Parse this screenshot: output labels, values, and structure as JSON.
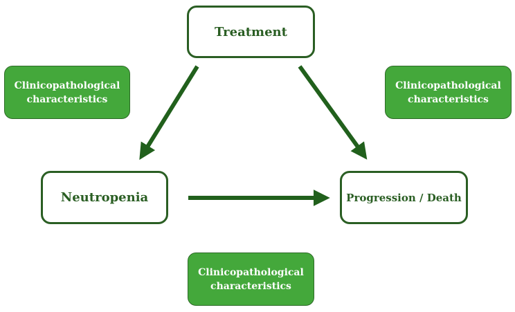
{
  "diagram": {
    "type": "causal-diagram",
    "nodes": {
      "treatment": "Treatment",
      "neutropenia": "Neutropenia",
      "progression": "Progression / Death",
      "confounder_left": [
        "Clinicopathological",
        "characteristics"
      ],
      "confounder_right": [
        "Clinicopathological",
        "characteristics"
      ],
      "confounder_bottom": [
        "Clinicopathological",
        "characteristics"
      ]
    },
    "edges": [
      {
        "from": "Treatment",
        "to": "Neutropenia"
      },
      {
        "from": "Treatment",
        "to": "Progression / Death"
      },
      {
        "from": "Neutropenia",
        "to": "Progression / Death"
      }
    ],
    "colors": {
      "outline": "#2a5e23",
      "fill": "#44a83b",
      "arrow": "#21601c",
      "filled_text": "#ffffff"
    }
  }
}
